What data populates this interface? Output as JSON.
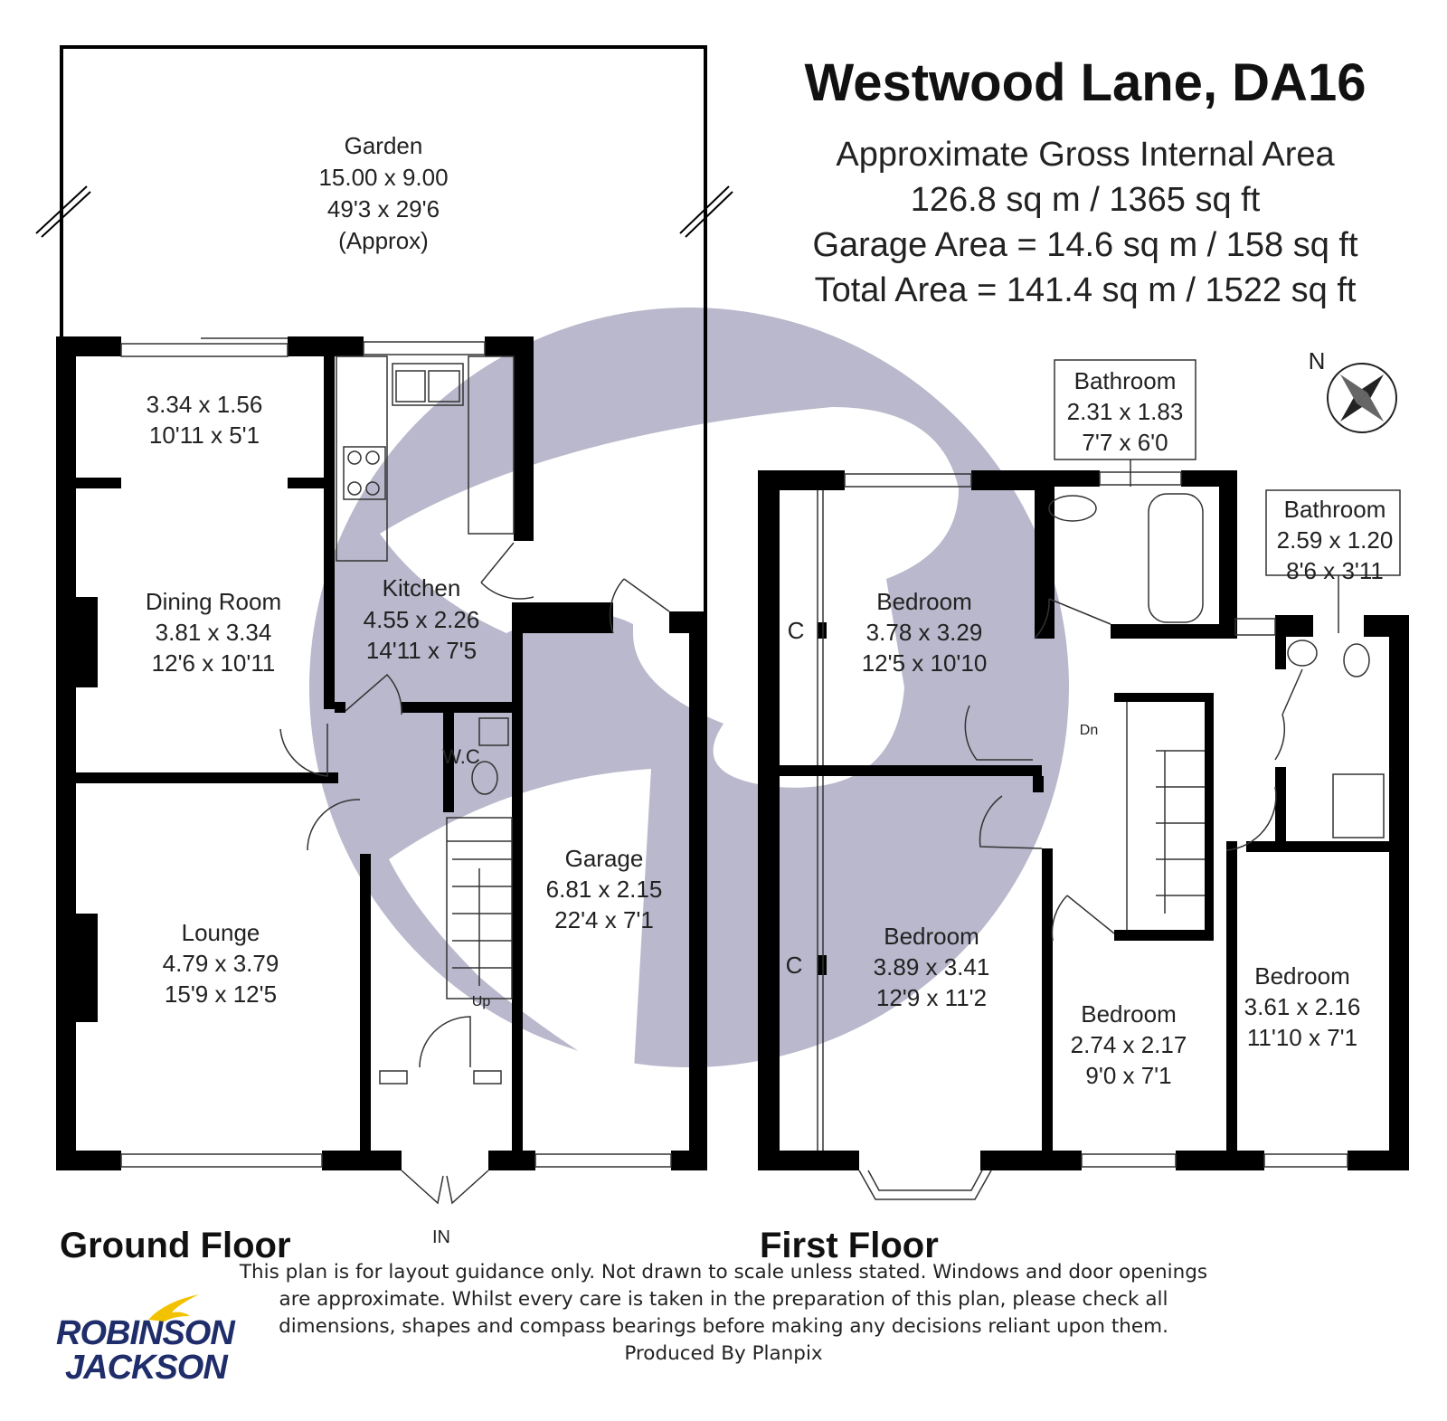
{
  "title": "Westwood Lane, DA16",
  "area": {
    "heading": "Approximate Gross Internal Area",
    "internal": "126.8 sq m / 1365 sq ft",
    "garage": "Garage Area = 14.6 sq m / 158 sq ft",
    "total": "Total Area = 141.4 sq m / 1522 sq ft"
  },
  "compass": {
    "label": "N"
  },
  "ground_floor": {
    "label": "Ground Floor",
    "entrance": "IN",
    "stairs": "Up",
    "rooms": {
      "garden": {
        "name": "Garden",
        "metric": "15.00 x 9.00",
        "imperial": "49'3 x 29'6",
        "note": "(Approx)"
      },
      "conservatory": {
        "metric": "3.34 x 1.56",
        "imperial": "10'11 x 5'1"
      },
      "dining": {
        "name": "Dining Room",
        "metric": "3.81 x 3.34",
        "imperial": "12'6 x 10'11"
      },
      "kitchen": {
        "name": "Kitchen",
        "metric": "4.55 x 2.26",
        "imperial": "14'11 x 7'5"
      },
      "wc": {
        "name": "W.C"
      },
      "garage": {
        "name": "Garage",
        "metric": "6.81 x 2.15",
        "imperial": "22'4 x 7'1"
      },
      "lounge": {
        "name": "Lounge",
        "metric": "4.79 x 3.79",
        "imperial": "15'9 x 12'5"
      }
    }
  },
  "first_floor": {
    "label": "First Floor",
    "stairs": "Dn",
    "cupboard": "C",
    "rooms": {
      "bath1": {
        "name": "Bathroom",
        "metric": "2.31 x 1.83",
        "imperial": "7'7 x 6'0"
      },
      "bath2": {
        "name": "Bathroom",
        "metric": "2.59 x 1.20",
        "imperial": "8'6 x 3'11"
      },
      "bed1": {
        "name": "Bedroom",
        "metric": "3.78 x 3.29",
        "imperial": "12'5 x 10'10"
      },
      "bed2": {
        "name": "Bedroom",
        "metric": "3.89 x 3.41",
        "imperial": "12'9 x 11'2"
      },
      "bed3": {
        "name": "Bedroom",
        "metric": "2.74 x 2.17",
        "imperial": "9'0 x 7'1"
      },
      "bed4": {
        "name": "Bedroom",
        "metric": "3.61 x 2.16",
        "imperial": "11'10 x 7'1"
      }
    }
  },
  "disclaimer": {
    "line1": "This plan is for layout guidance only. Not drawn to scale unless stated. Windows and door openings",
    "line2": "are approximate. Whilst every care is taken in the preparation of this plan, please check all",
    "line3": "dimensions, shapes and compass bearings before making any decisions reliant upon them.",
    "line4": "Produced By Planpix"
  },
  "logo": {
    "line1": "ROBINSON",
    "line2": "JACKSON"
  },
  "colors": {
    "wall": "#000000",
    "watermark": "#b9b8cc",
    "logo": "#1f2d6b",
    "logo_accent": "#f2c200"
  }
}
